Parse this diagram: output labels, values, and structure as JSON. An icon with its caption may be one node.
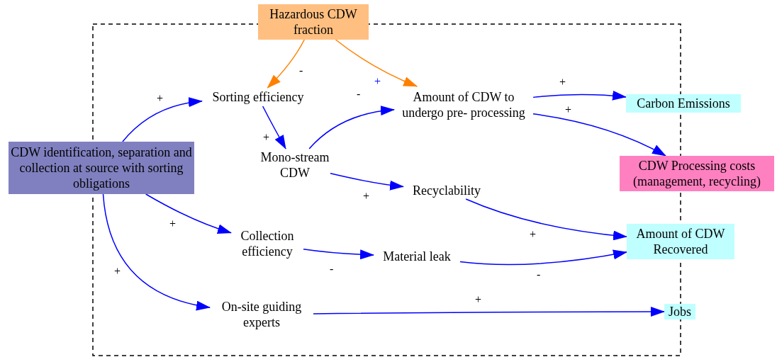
{
  "diagram": {
    "nodes": [
      {
        "text": [
          "Hazardous CDW fraction"
        ]
      },
      {
        "text": [
          "Sorting efficiency"
        ]
      },
      {
        "text": [
          "Amount of CDW to undergo pre- processing"
        ]
      },
      {
        "text": [
          "Carbon Emissions"
        ]
      },
      {
        "text": [
          "CDW identification, separation and collection at source with sorting obligations"
        ]
      },
      {
        "text": [
          "Mono-stream CDW"
        ]
      },
      {
        "text": [
          "CDW Processing costs (management, recycling)"
        ]
      },
      {
        "text": [
          "Recyclability"
        ]
      },
      {
        "text": [
          "Collection efficiency"
        ]
      },
      {
        "text": [
          "Amount of CDW Recovered"
        ]
      },
      {
        "text": [
          "Material leak"
        ]
      },
      {
        "text": [
          "On-site guiding experts"
        ]
      },
      {
        "text": [
          "Jobs"
        ]
      }
    ],
    "edges": [
      {
        "from": 0,
        "to": 1,
        "arrow": "to",
        "label": "-",
        "color": "#ff8000"
      },
      {
        "from": 0,
        "to": 2,
        "arrow": "to",
        "label": "+",
        "color": "#ff8000"
      },
      {
        "from": 4,
        "to": 1,
        "arrow": "to",
        "label": "+"
      },
      {
        "from": 1,
        "to": 5,
        "arrow": "to",
        "label": "+"
      },
      {
        "from": 5,
        "to": 2,
        "arrow": "to",
        "label": "-"
      },
      {
        "from": 2,
        "to": 3,
        "arrow": "to",
        "label": "+"
      },
      {
        "from": 2,
        "to": 6,
        "arrow": "to",
        "label": "+"
      },
      {
        "from": 5,
        "to": 7,
        "arrow": "to",
        "label": "+"
      },
      {
        "from": 4,
        "to": 8,
        "arrow": "to",
        "label": "+"
      },
      {
        "from": 7,
        "to": 9,
        "arrow": "to",
        "label": "+"
      },
      {
        "from": 8,
        "to": 10,
        "arrow": "to",
        "label": "-"
      },
      {
        "from": 10,
        "to": 9,
        "arrow": "to",
        "label": "-"
      },
      {
        "from": 4,
        "to": 11,
        "arrow": "to",
        "label": "+"
      },
      {
        "from": 11,
        "to": 12,
        "arrow": "to",
        "label": "+"
      }
    ]
  }
}
